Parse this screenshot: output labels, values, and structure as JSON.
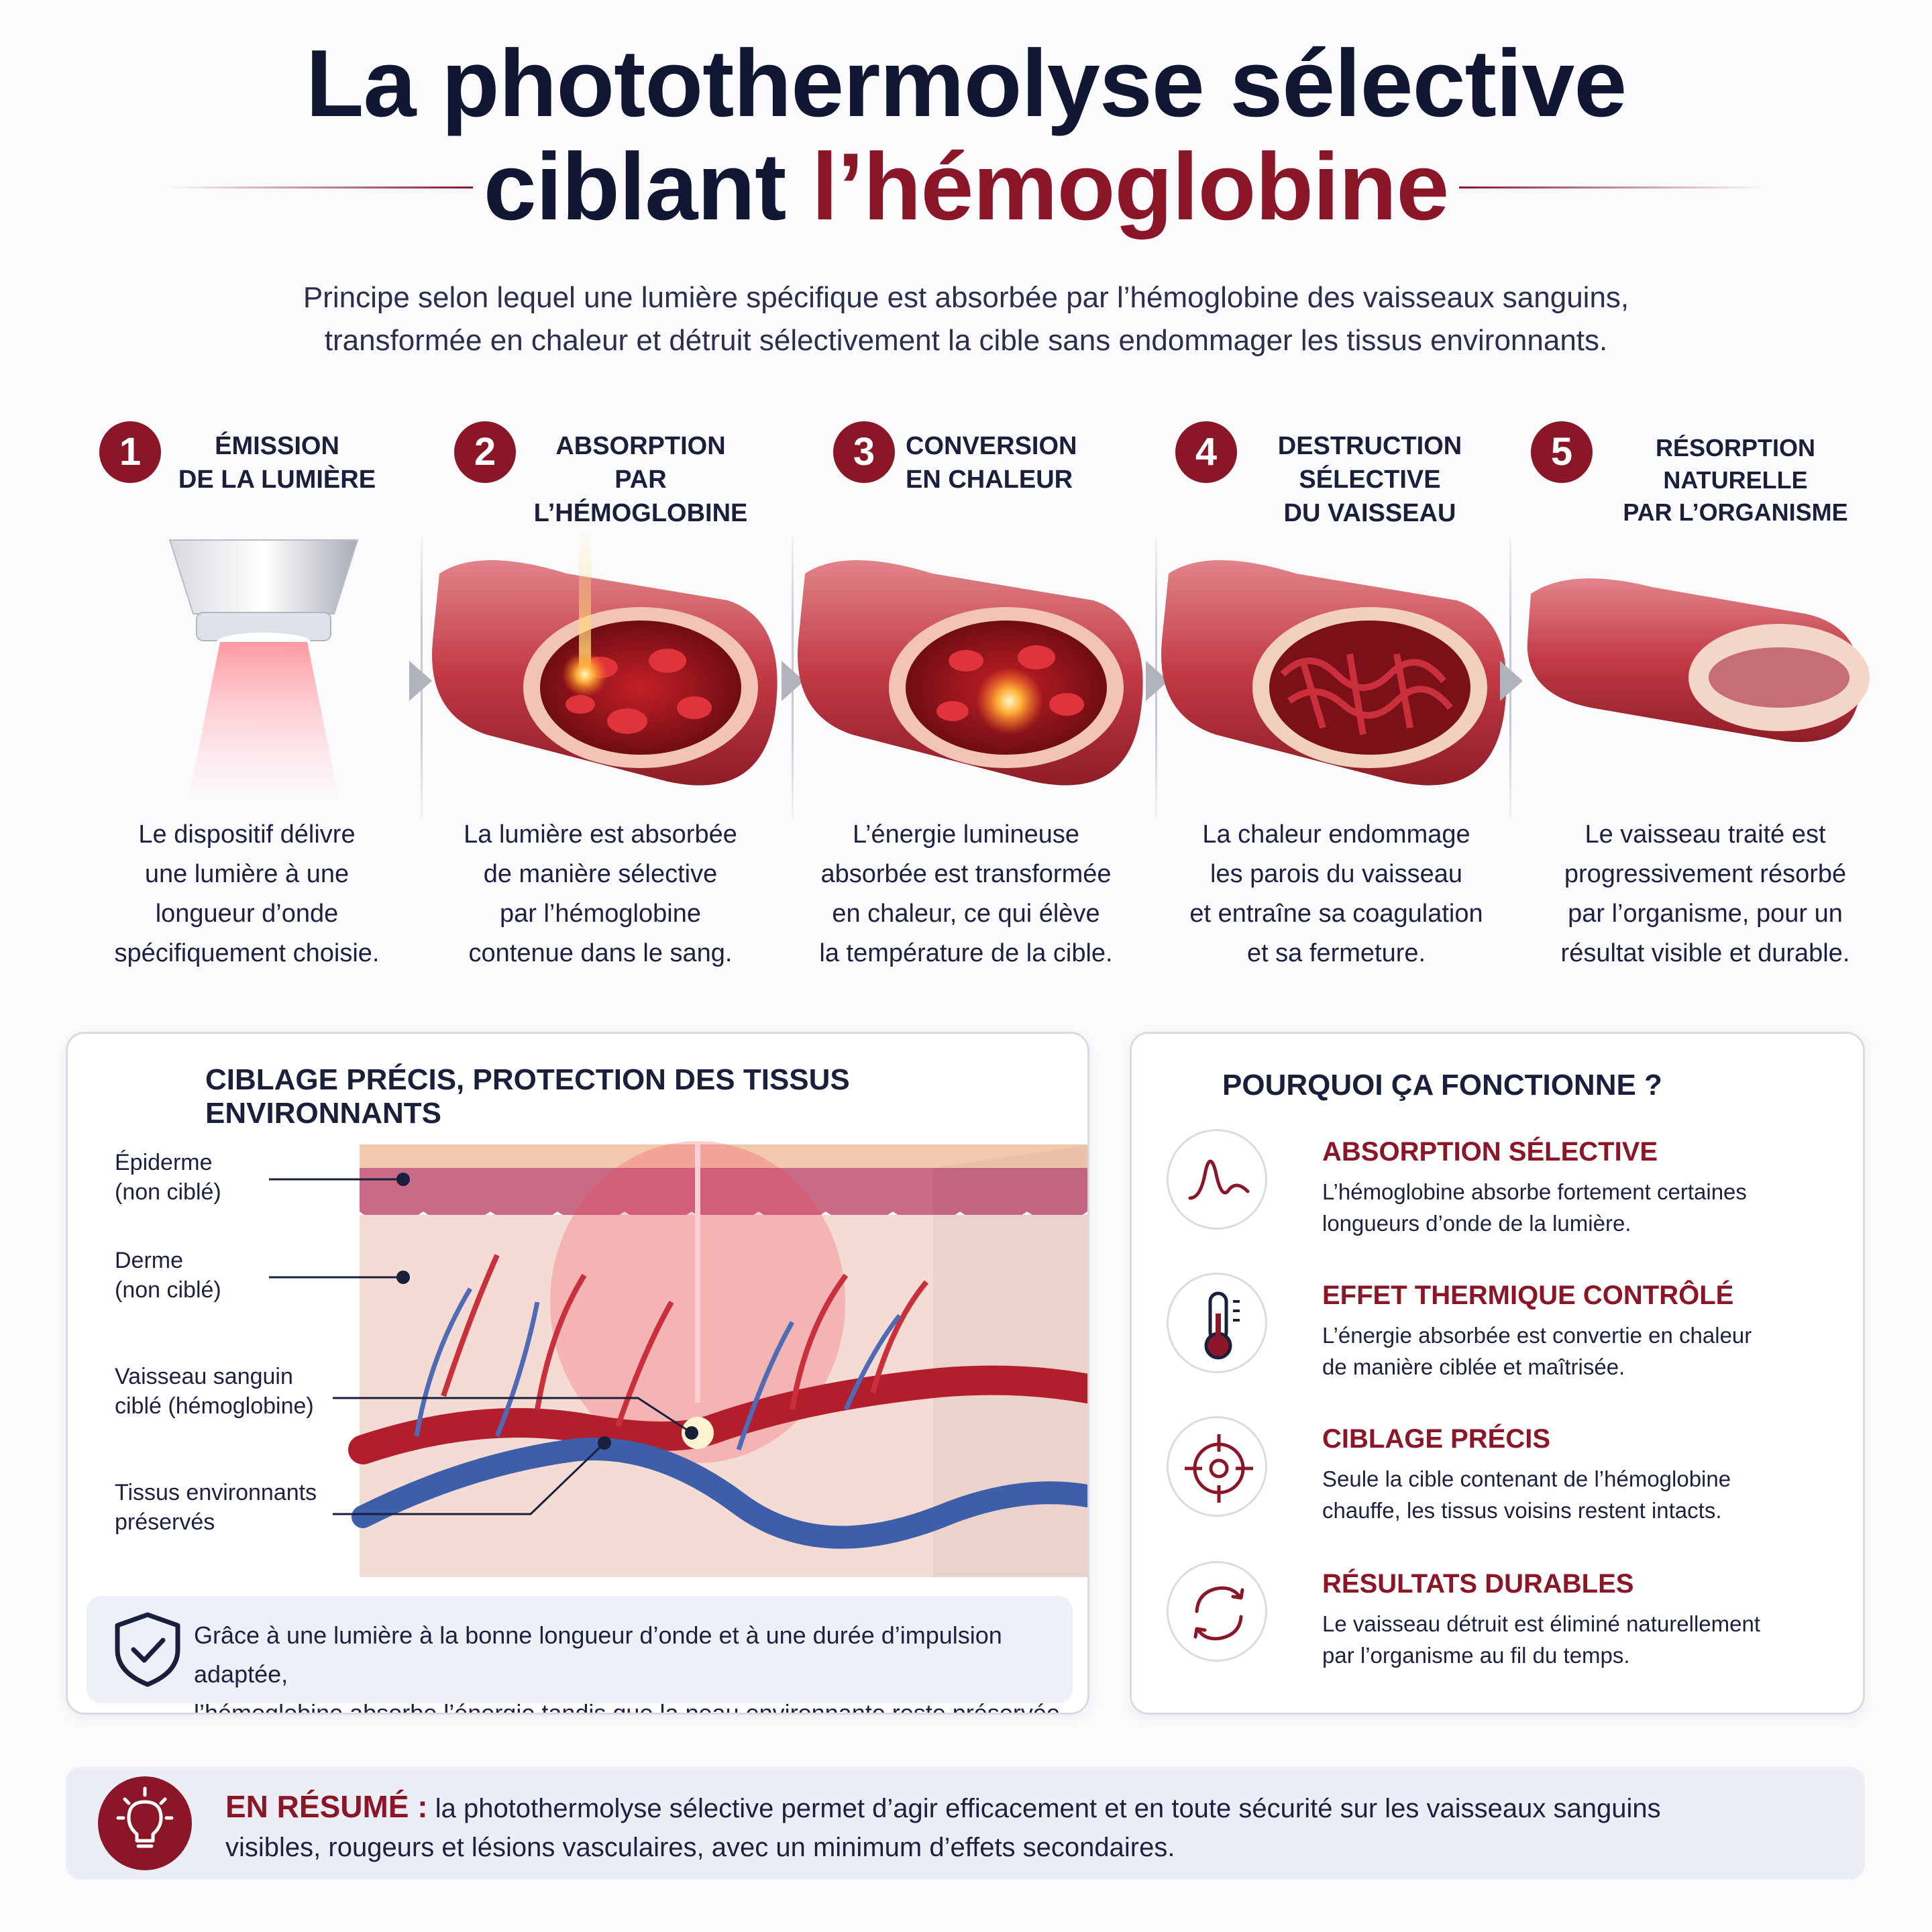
{
  "title": {
    "line1": "La photothermolyse sélective",
    "line2_plain": "ciblant ",
    "line2_accent": "l’hémoglobine"
  },
  "subtitle": {
    "line1": "Principe selon lequel une lumière spécifique est absorbée par l’hémoglobine des vaisseaux sanguins,",
    "line2": "transformée en chaleur et détruit sélectivement la cible sans endommager les tissus environnants."
  },
  "steps": [
    {
      "num": "1",
      "label1": "ÉMISSION",
      "label2": "DE LA LUMIÈRE",
      "desc": [
        "Le dispositif délivre",
        "une lumière à une",
        "longueur d’onde",
        "spécifiquement choisie."
      ]
    },
    {
      "num": "2",
      "label1": "ABSORPTION PAR",
      "label2": "L’HÉMOGLOBINE",
      "desc": [
        "La lumière est absorbée",
        "de manière sélective",
        "par l’hémoglobine",
        "contenue dans le sang."
      ]
    },
    {
      "num": "3",
      "label1": "CONVERSION",
      "label2": "EN CHALEUR",
      "desc": [
        "L’énergie lumineuse",
        "absorbée est transformée",
        "en chaleur, ce qui élève",
        "la température de la cible."
      ]
    },
    {
      "num": "4",
      "label1": "DESTRUCTION SÉLECTIVE",
      "label2": "DU VAISSEAU",
      "desc": [
        "La chaleur endommage",
        "les parois du vaisseau",
        "et entraîne sa coagulation",
        "et sa fermeture."
      ]
    },
    {
      "num": "5",
      "label1": "RÉSORPTION NATURELLE",
      "label2": "PAR L’ORGANISME",
      "desc": [
        "Le vaisseau traité est",
        "progressivement résorbé",
        "par l’organisme, pour un",
        "résultat visible et durable."
      ]
    }
  ],
  "targeting": {
    "title": "CIBLAGE PRÉCIS, PROTECTION DES TISSUS ENVIRONNANTS",
    "labels": [
      {
        "line1": "Épiderme",
        "line2": "(non ciblé)"
      },
      {
        "line1": "Derme",
        "line2": "(non ciblé)"
      },
      {
        "line1": "Vaisseau sanguin",
        "line2": "ciblé (hémoglobine)"
      },
      {
        "line1": "Tissus environnants",
        "line2": "préservés"
      }
    ],
    "note1": "Grâce à une lumière à la bonne longueur d’onde et à une durée d’impulsion adaptée,",
    "note2": "l’hémoglobine absorbe l’énergie tandis que la peau environnante reste préservée."
  },
  "why": {
    "title": "POURQUOI ÇA FONCTIONNE ?",
    "items": [
      {
        "icon": "absorption-curve-icon",
        "title": "ABSORPTION SÉLECTIVE",
        "line1": "L’hémoglobine absorbe fortement certaines",
        "line2": "longueurs d’onde de la lumière."
      },
      {
        "icon": "thermometer-icon",
        "title": "EFFET THERMIQUE CONTRÔLÉ",
        "line1": "L’énergie absorbée est convertie en chaleur",
        "line2": "de manière ciblée et maîtrisée."
      },
      {
        "icon": "crosshair-icon",
        "title": "CIBLAGE PRÉCIS",
        "line1": "Seule la cible contenant de l’hémoglobine",
        "line2": "chauffe, les tissus voisins restent intacts."
      },
      {
        "icon": "refresh-cycle-icon",
        "title": "RÉSULTATS DURABLES",
        "line1": "Le vaisseau détruit est éliminé naturellement",
        "line2": "par l’organisme au fil du temps."
      }
    ]
  },
  "summary": {
    "lead": "EN RÉSUMÉ :",
    "line1": " la photothermolyse sélective permet d’agir efficacement et en toute sécurité sur les vaisseaux sanguins",
    "line2": "visibles, rougeurs et lésions vasculaires, avec un minimum d’effets secondaires."
  },
  "colors": {
    "accent": "#8a1628",
    "navy": "#111633",
    "panel_bg": "#eef0f7"
  }
}
